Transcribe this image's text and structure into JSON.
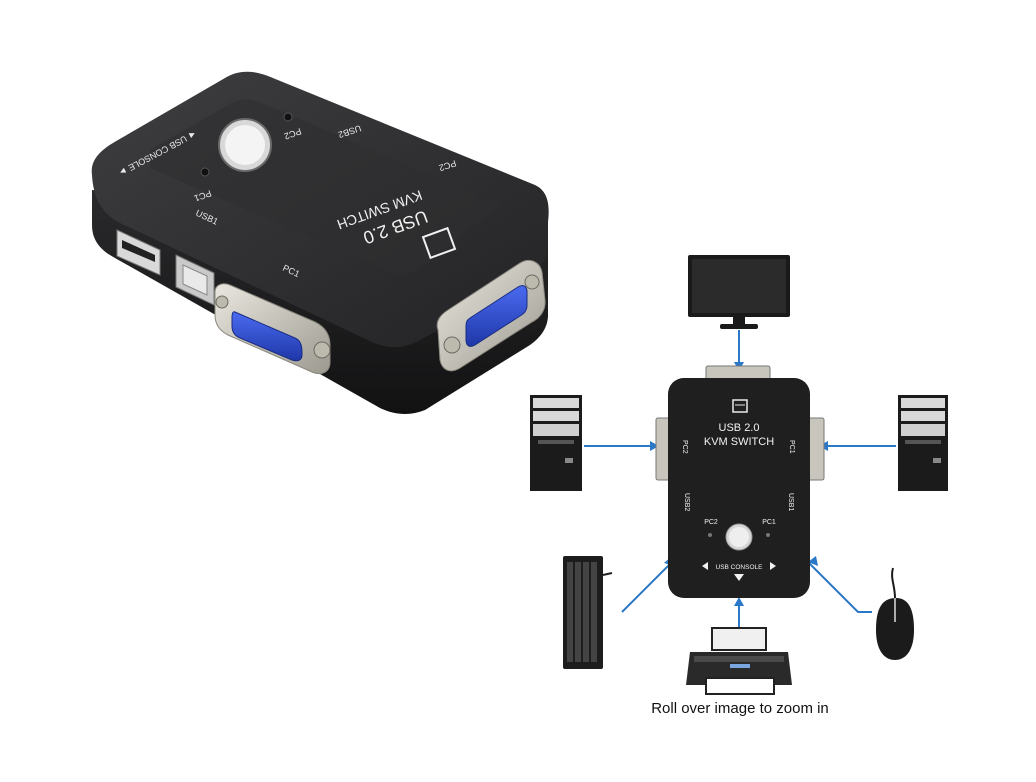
{
  "device": {
    "label_usb_console": "◄ USB CONSOLE ►",
    "label_pc1": "PC1",
    "label_pc2": "PC2",
    "label_usb1": "USB1",
    "label_usb2": "USB2",
    "label_model_line1": "USB 2.0",
    "label_model_line2": "KVM SWITCH"
  },
  "diagram": {
    "model_line1": "USB 2.0",
    "model_line2": "KVM SWITCH",
    "port_pc1": "PC1",
    "port_pc2": "PC2",
    "port_usb1": "USB1",
    "port_usb2": "USB2",
    "console_label": "USB CONSOLE"
  },
  "caption": "Roll over image to zoom in",
  "colors": {
    "device_body": "#2b2b2d",
    "vga_blue": "#2f4fd0",
    "connector_line": "#2a78c8"
  },
  "icons": [
    "monitor-icon",
    "pc-tower-icon",
    "keyboard-icon",
    "mouse-icon",
    "printer-icon"
  ]
}
